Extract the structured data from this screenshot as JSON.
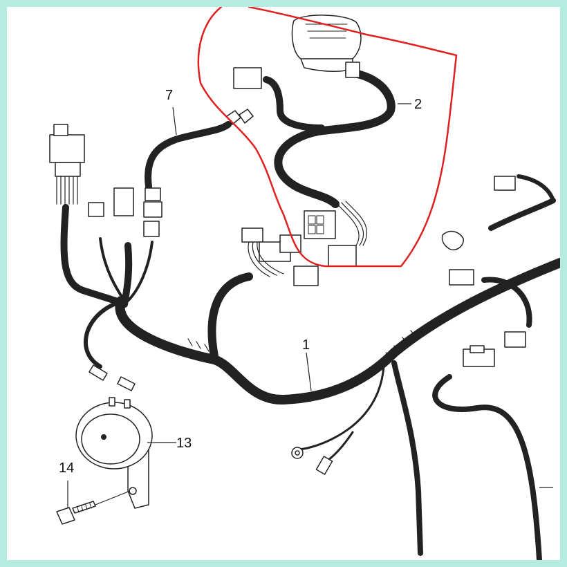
{
  "diagram": {
    "callouts": [
      {
        "id": "1",
        "text": "1"
      },
      {
        "id": "2",
        "text": "2"
      },
      {
        "id": "7",
        "text": "7"
      },
      {
        "id": "13",
        "text": "13"
      },
      {
        "id": "14",
        "text": "14"
      }
    ],
    "colors": {
      "page_border": "#b5ece0",
      "highlight": "#e02020",
      "line": "#222222"
    }
  }
}
